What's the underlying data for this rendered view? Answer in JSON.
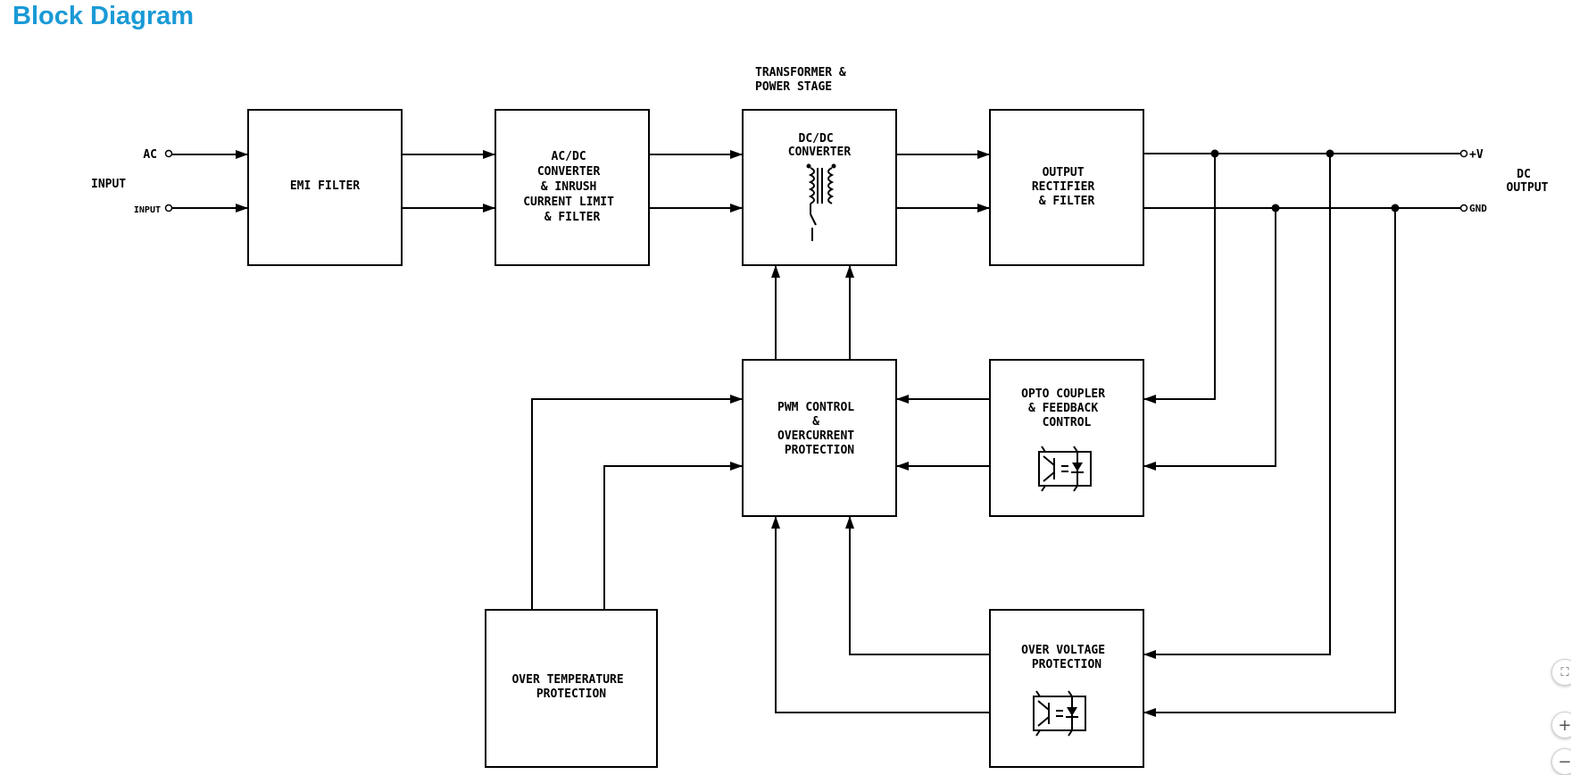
{
  "title": "Block Diagram",
  "title_color": "#1a9ad6",
  "blocks": {
    "emi_filter": [
      "EMI FILTER"
    ],
    "acdc": [
      "AC/DC",
      "CONVERTER",
      "& INRUSH",
      "CURRENT LIMIT",
      "& FILTER"
    ],
    "dcdc": [
      "DC/DC",
      "CONVERTER"
    ],
    "output_rect": [
      "OUTPUT",
      "RECTIFIER",
      "& FILTER"
    ],
    "pwm": [
      "PWM CONTROL",
      "&",
      "OVERCURRENT",
      "PROTECTION"
    ],
    "opto": [
      "OPTO COUPLER",
      "& FEEDBACK",
      "CONTROL"
    ],
    "ovp": [
      "OVER VOLTAGE",
      "PROTECTION"
    ],
    "otp": [
      "OVER TEMPERATURE",
      "PROTECTION"
    ]
  },
  "labels": {
    "transformer": [
      "TRANSFORMER &",
      "POWER STAGE"
    ],
    "input_main": "INPUT",
    "input_ac": "AC",
    "input_input": "INPUT",
    "out_v": "+V",
    "out_gnd": "GND",
    "dc_output": [
      "DC",
      "OUTPUT"
    ]
  },
  "icons": {
    "transformer": "transformer-icon",
    "optocoupler": "optocoupler-icon",
    "fit": "fit-screen-icon",
    "zoom_in": "plus-icon",
    "zoom_out": "minus-icon"
  },
  "controls": {
    "fit_glyph": "⛶",
    "zoom_in_glyph": "+",
    "zoom_out_glyph": "−"
  }
}
